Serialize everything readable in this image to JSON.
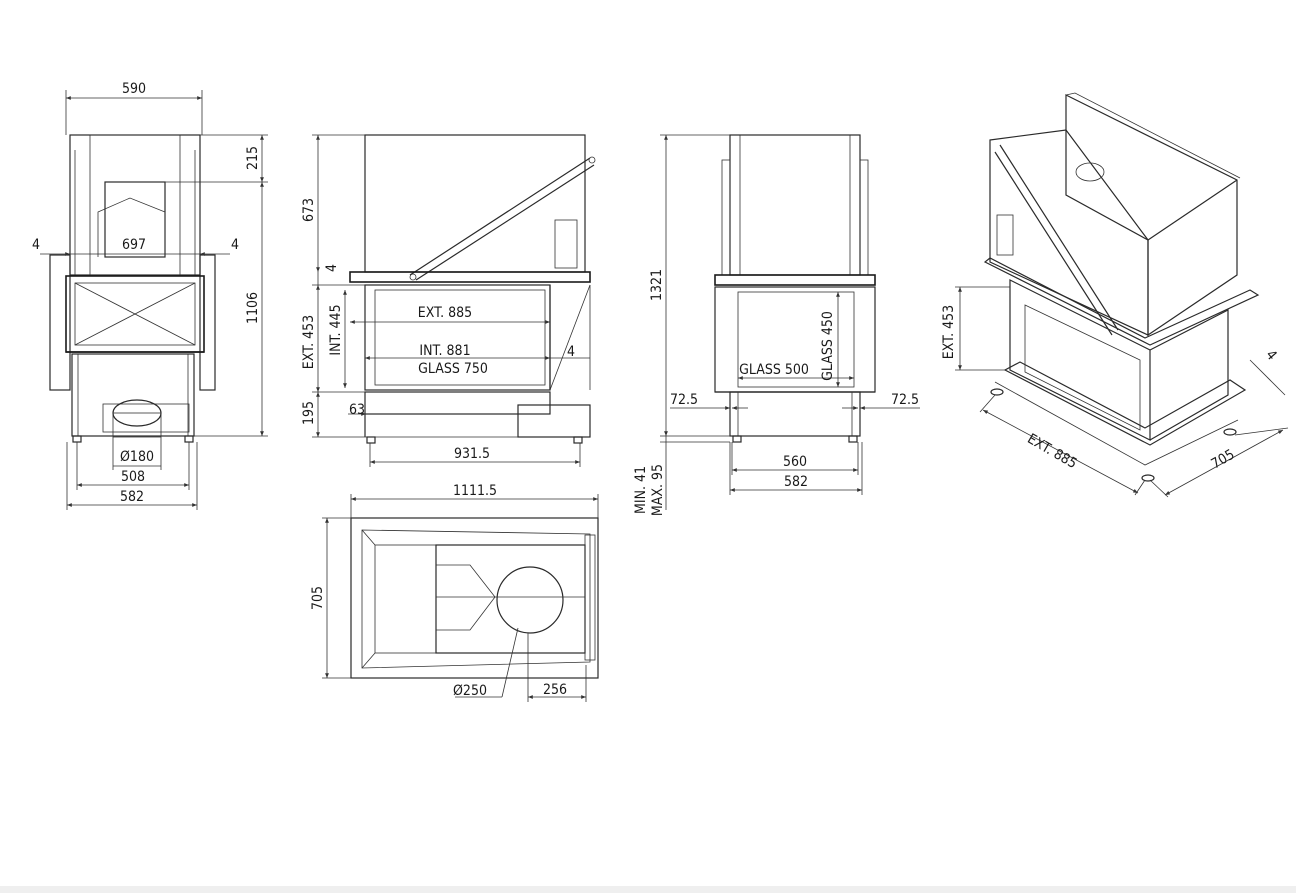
{
  "views": {
    "front": {
      "width_top": "590",
      "height_top": "215",
      "total_height": "1106",
      "glass_width": "697",
      "gap_left": "4",
      "gap_right": "4",
      "flue_diameter": "Ø180",
      "feet_width": "508",
      "base_width": "582"
    },
    "side": {
      "height_upper": "673",
      "gap": "4",
      "ext_height": "EXT. 453",
      "int_height": "INT. 445",
      "ext_width": "EXT. 885",
      "int_width": "INT. 881",
      "glass_width": "GLASS 750",
      "right_gap": "4",
      "base_height": "195",
      "offset": "63",
      "depth": "931.5"
    },
    "end": {
      "total_height": "1321",
      "glass_width": "GLASS 500",
      "glass_height": "GLASS 450",
      "left_offset": "72.5",
      "right_offset": "72.5",
      "inner_width": "560",
      "outer_width": "582",
      "feet_min": "MIN. 41",
      "feet_max": "MAX. 95"
    },
    "top": {
      "length": "1111.5",
      "depth": "705",
      "flue_diameter": "Ø250",
      "flue_offset": "256"
    },
    "iso": {
      "ext_height": "EXT. 453",
      "ext_width": "EXT. 885",
      "depth": "705",
      "gap": "4"
    }
  }
}
